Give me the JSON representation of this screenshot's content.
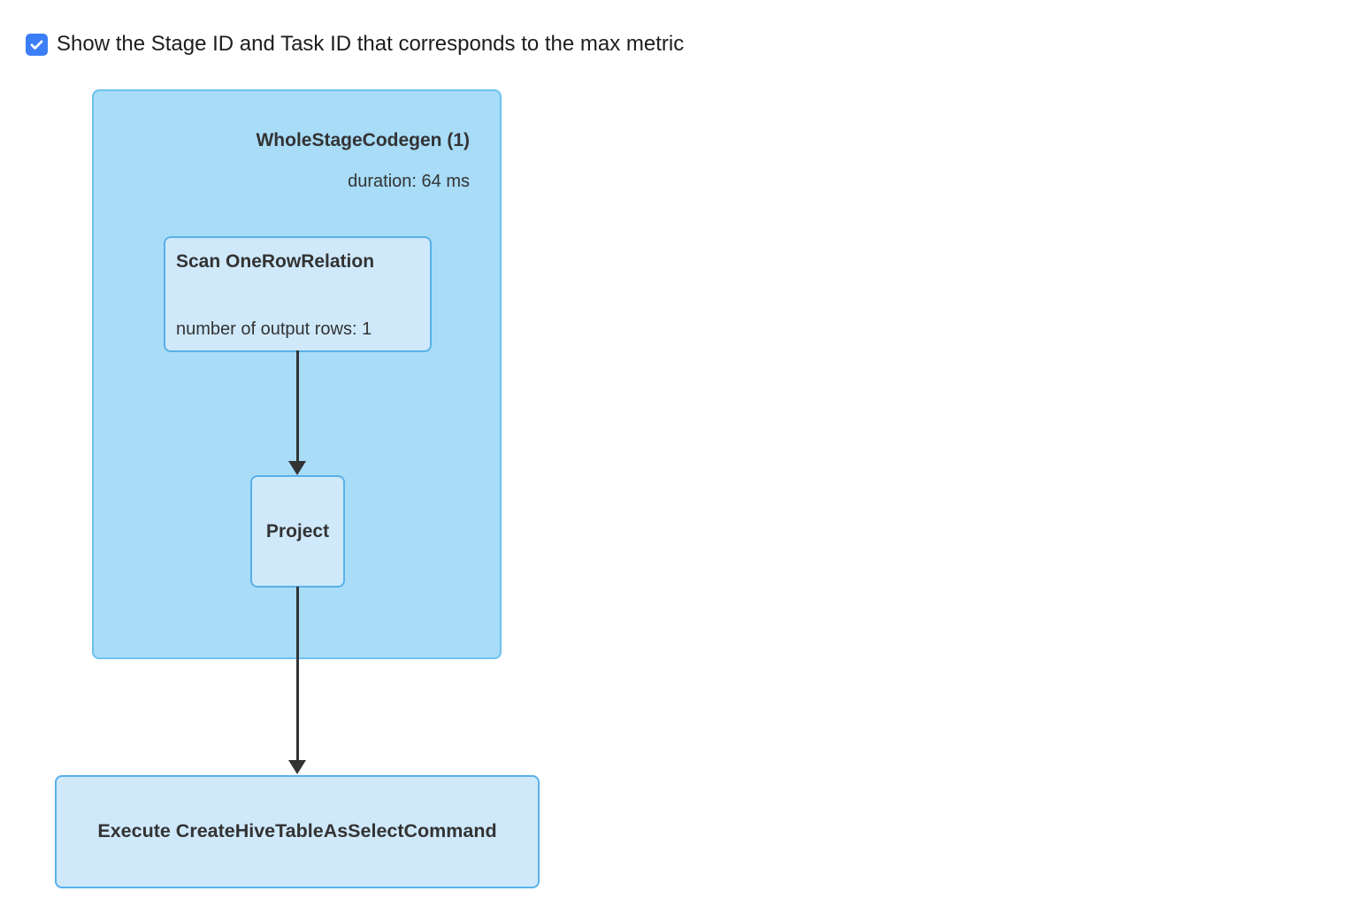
{
  "controls": {
    "max_metric_checkbox": {
      "label": "Show the Stage ID and Task ID that corresponds to the max metric",
      "checked": true
    }
  },
  "plan": {
    "cluster": {
      "title": "WholeStageCodegen (1)",
      "duration_label": "duration: 64 ms"
    },
    "nodes": [
      {
        "id": "scan",
        "title": "Scan OneRowRelation",
        "metrics": [
          "number of output rows: 1"
        ]
      },
      {
        "id": "project",
        "title": "Project",
        "metrics": []
      },
      {
        "id": "execute",
        "title": "Execute CreateHiveTableAsSelectCommand",
        "metrics": []
      }
    ],
    "edges": [
      {
        "from": "scan",
        "to": "project"
      },
      {
        "from": "project",
        "to": "execute"
      }
    ]
  },
  "colors": {
    "checkbox_accent": "#3b7ef8",
    "label_text": "#1d1d1f",
    "cluster_fill": "#a8dcf7",
    "cluster_stroke": "#6ec1f0",
    "node_fill": "#cfe9fb",
    "node_stroke": "#58b1e8",
    "node_text": "#333333",
    "edge_stroke": "#333333"
  }
}
